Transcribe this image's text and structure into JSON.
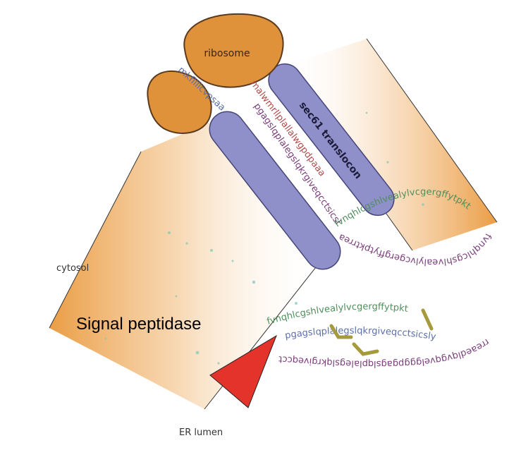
{
  "labels": {
    "ribosome": "ribosome",
    "translocon": "sec61 translocon",
    "cytosol": "cytosol",
    "er_lumen": "ER lumen",
    "signal_peptidase": "Signal peptidase"
  },
  "sequences": {
    "left_strand": "mkfllllcvpsaa",
    "signal_strand": "malwmrllplallalwgpdpaaa",
    "inner_strand": "fvnqhlcgshlvealylvcgergffytpktrreaedlqvgqvelggg",
    "membrane_strand": "pgagslqplalegslqkrgiveqcctsicslyqlenycn",
    "loop_strand": "fvnqhlcgshlvealylvcgergffytpkt",
    "lower_strand": "rreaedlqvgqvelgggpgagslqplalegslqkrgiveqcctsicslyqlenycn"
  },
  "colors": {
    "ribosome_fill": "#E0923A",
    "ribosome_stroke": "#5a3a1e",
    "translocon_fill": "#8f8fc9",
    "translocon_stroke": "#45457a",
    "membrane": "#E8922F",
    "signal_peptidase": "#E3332A",
    "seq_purple": "#7a3d7a",
    "seq_green": "#4f8f5c",
    "seq_blue": "#5c6fa8",
    "seq_red": "#b34a4a",
    "disulfide": "#a69a3c"
  },
  "icons": {
    "signal_peptidase": "red-triangle"
  }
}
